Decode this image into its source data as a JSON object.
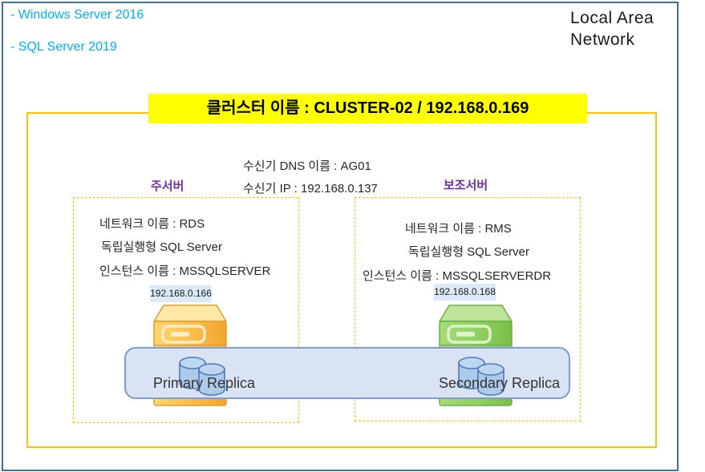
{
  "diagram": {
    "environment": {
      "line1": "- Windows Server 2016",
      "line2": "- SQL Server 2019"
    },
    "network_label": {
      "line1": "Local Area",
      "line2": "Network"
    },
    "cluster_banner": "클러스터 이름 : CLUSTER-02 / 192.168.0.169",
    "listener": {
      "dns": "수신기 DNS 이름 : AG01",
      "ip": "수신기 IP : 192.168.0.137"
    },
    "primary_server": {
      "role": "주서버",
      "network_name": "네트워크 이름 : RDS",
      "sql_type": "독립실행형 SQL Server",
      "instance": "인스턴스 이름 : MSSQLSERVER",
      "ip": "192.168.0.166",
      "replica": "Primary Replica"
    },
    "secondary_server": {
      "role": "보조서버",
      "network_name": "네트워크 이름 : RMS",
      "sql_type": "독립실행형 SQL Server",
      "instance": "인스턴스 이름 : MSSQLSERVERDR",
      "ip": "192.168.0.168",
      "replica": "Secondary Replica"
    },
    "colors": {
      "accent_cyan": "#00B0F0",
      "highlight_yellow": "#FFFF00",
      "box_orange": "#FFC000",
      "role_purple": "#7030A0",
      "frame_blue": "#41719C",
      "band_fill": "#DAE3F3",
      "band_border": "#7F9BD1",
      "primary_server_fill": "#FBBD4A",
      "secondary_server_fill": "#8FD060",
      "database_fill": "#ADCBE8",
      "ip_badge_fill": "#DCE9F6"
    }
  }
}
